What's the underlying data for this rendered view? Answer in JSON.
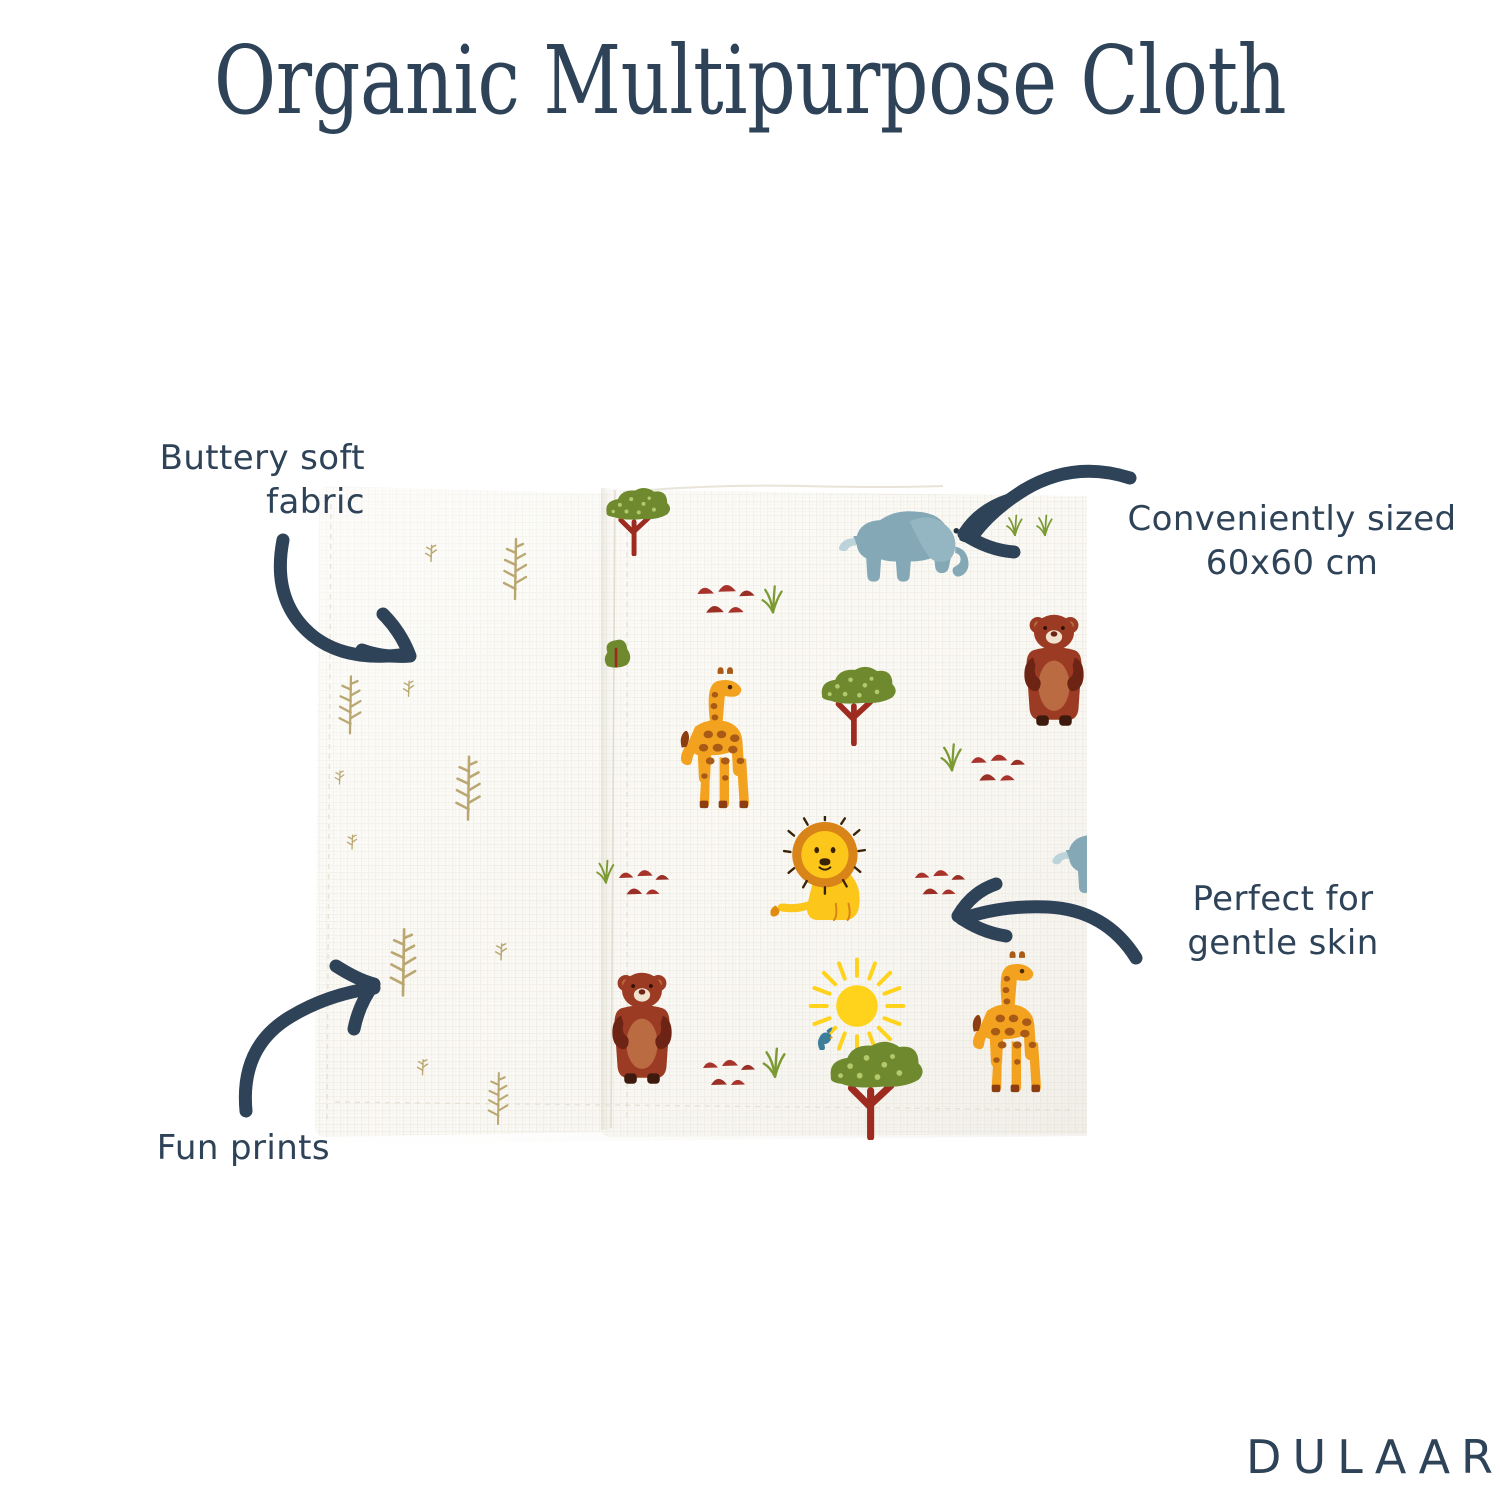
{
  "theme": {
    "background": "#ffffff",
    "navy": "#2e4258",
    "cloth_white": "#fbfaf6",
    "sprig_tan": "#b7a36a",
    "tree_green": "#6f8a2e",
    "trunk_red": "#9e2b20",
    "rock_red": "#a8332a",
    "grass_green": "#7c9a34",
    "elephant_blue": "#84a8b6",
    "giraffe_orange": "#f2a21e",
    "giraffe_spot": "#a85a16",
    "lion_yellow": "#fcc61b",
    "lion_mane": "#d98418",
    "bear_brown": "#9c3b23",
    "bear_belly": "#bb6b41",
    "sun_yellow": "#ffd21c",
    "bird_blue": "#3d7e9b"
  },
  "header": {
    "title": "Organic Multipurpose Cloth"
  },
  "callouts": [
    {
      "id": "buttery-soft-fabric",
      "text": "Buttery soft\nfabric",
      "arrow": "curved-arrow-down-right"
    },
    {
      "id": "conveniently-sized",
      "text": "Conveniently sized\n60x60 cm",
      "arrow": "curved-arrow-down-left"
    },
    {
      "id": "perfect-for-gentle-skin",
      "text": "Perfect for\ngentle skin",
      "arrow": "curved-arrow-left"
    },
    {
      "id": "fun-prints",
      "text": "Fun prints",
      "arrow": "curved-arrow-up-right"
    }
  ],
  "product": {
    "name": "folded-muslin-cloth",
    "description": "Folded organic muslin cloth with safari animal print",
    "print_motifs": [
      "elephant",
      "giraffe",
      "lion",
      "bear",
      "acacia-tree",
      "sun",
      "grass-tuft",
      "rock-cluster",
      "fern-sprig",
      "bird"
    ]
  },
  "footer": {
    "brand": "DULAAR"
  }
}
